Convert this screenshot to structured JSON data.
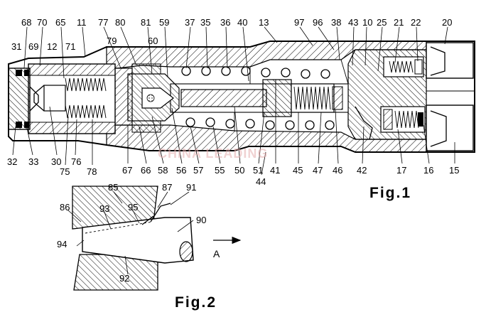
{
  "labels": {
    "top": [
      "68",
      "70",
      "65",
      "11",
      "77",
      "80",
      "81",
      "59",
      "37",
      "35",
      "36",
      "40",
      "13",
      "97",
      "96",
      "38",
      "43",
      "10",
      "25",
      "21",
      "22",
      "20"
    ],
    "left": [
      "31",
      "69",
      "12",
      "71",
      "79",
      "60"
    ],
    "bottom": [
      "32",
      "33",
      "30",
      "76",
      "75",
      "78",
      "67",
      "66",
      "58",
      "56",
      "57",
      "55",
      "50",
      "51",
      "41",
      "45",
      "47",
      "46",
      "42",
      "17",
      "16",
      "15"
    ],
    "below": "44",
    "fig2": [
      "85",
      "87",
      "91",
      "86",
      "93",
      "95",
      "90",
      "94",
      "92"
    ]
  },
  "captions": {
    "fig1": "Fig.1",
    "fig2": "Fig.2",
    "arrow": "A"
  },
  "watermark": "CHINA LEADING"
}
